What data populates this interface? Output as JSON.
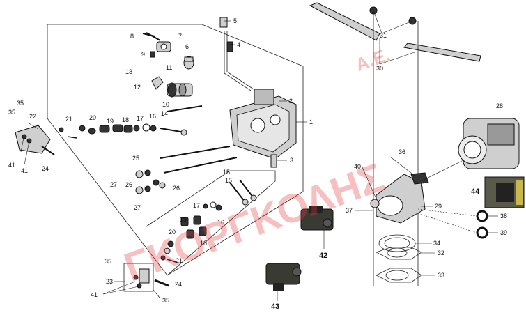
{
  "diagram": {
    "watermark": {
      "line1": "ΓΚΟΡΓΚΟΛΗΣ",
      "line2": "Α.Ε."
    },
    "callouts": {
      "c1": "1",
      "c2": "2",
      "c3": "3",
      "c4": "4",
      "c5": "5",
      "c6": "6",
      "c7": "7",
      "c8": "8",
      "c9": "9",
      "c10": "10",
      "c11": "11",
      "c12": "12",
      "c13": "13",
      "c14": "14",
      "c15a": "15",
      "c15b": "15",
      "c16a": "16",
      "c16b": "16",
      "c17a": "17",
      "c17b": "17",
      "c18a": "18",
      "c18b": "18",
      "c19a": "19",
      "c19b": "19",
      "c20a": "20",
      "c20b": "20",
      "c21a": "21",
      "c21b": "21",
      "c22": "22",
      "c23": "23",
      "c24a": "24",
      "c24b": "24",
      "c25": "25",
      "c26a": "26",
      "c26b": "26",
      "c27a": "27",
      "c27b": "27",
      "c28": "28",
      "c29": "29",
      "c30": "30",
      "c31": "31",
      "c32": "32",
      "c33": "33",
      "c34": "34",
      "c35a": "35",
      "c35b": "35",
      "c35c": "35",
      "c35d": "35",
      "c36": "36",
      "c37": "37",
      "c38": "38",
      "c39": "39",
      "c40": "40",
      "c41a": "41",
      "c41b": "41",
      "c41c": "41",
      "c42": "42",
      "c43": "43",
      "c44": "44"
    },
    "colors": {
      "watermark": "#e63c3c",
      "ink": "#111111",
      "photo_accent": "#c9b84a"
    }
  }
}
